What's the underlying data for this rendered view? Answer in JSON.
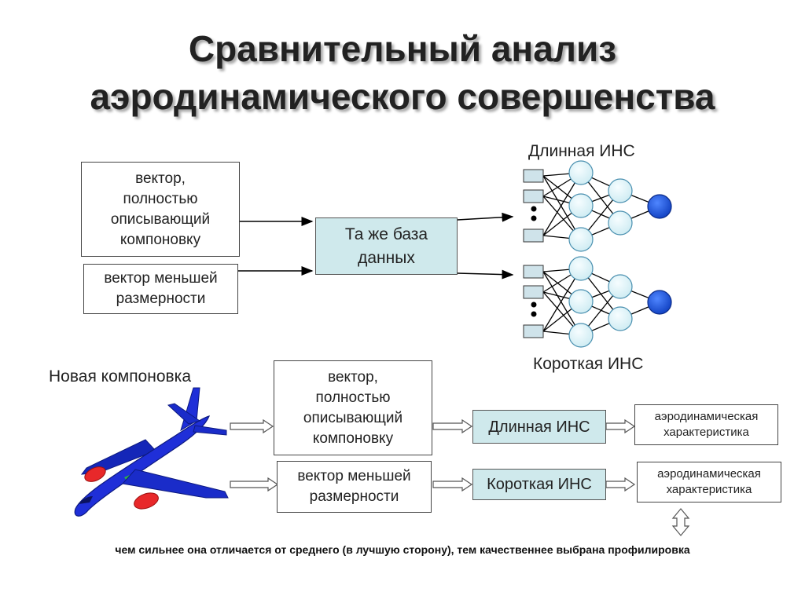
{
  "title": {
    "line1": "Сравнительный анализ",
    "line2": "аэродинамического совершенства"
  },
  "top": {
    "vector_full": [
      "вектор,",
      "полностью",
      "описывающий",
      "компоновку"
    ],
    "vector_reduced": [
      "вектор меньшей",
      "размерности"
    ],
    "database": [
      "Та же база",
      "данных"
    ],
    "long_ann_label": "Длинная ИНС",
    "short_ann_label": "Короткая ИНС"
  },
  "bottom": {
    "new_layout_label": "Новая компоновка",
    "vector_full": [
      "вектор,",
      "полностью",
      "описывающий",
      "компоновку"
    ],
    "vector_reduced": [
      "вектор меньшей",
      "размерности"
    ],
    "long_ann": "Длинная ИНС",
    "short_ann": "Короткая ИНС",
    "characteristic_1": [
      "аэродинамическая",
      "характеристика"
    ],
    "characteristic_2": [
      "аэродинамическая",
      "характеристика"
    ]
  },
  "footer": "чем сильнее она отличается от среднего (в лучшую сторону), тем качественнее выбрана профилировка",
  "colors": {
    "database_fill": "#cfe9ec",
    "input_node_fill": "#cfe3ea",
    "hidden_node_fill": "#dff3f7",
    "output_node_fill": "#1f5fe0",
    "airplane_body": "#1f2fd8",
    "engine": "#e8282a"
  }
}
